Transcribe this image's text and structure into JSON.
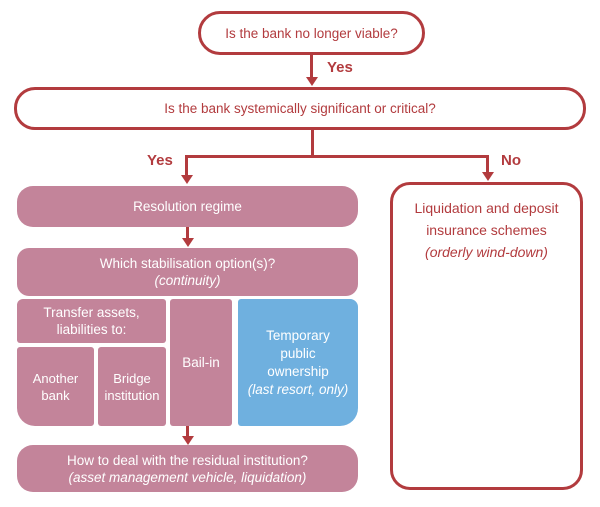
{
  "colors": {
    "red": "#b23b3e",
    "pink": "#c3849a",
    "blue": "#6fb0df"
  },
  "labels": {
    "yes_top": "Yes",
    "yes_branch": "Yes",
    "no_branch": "No"
  },
  "nodes": {
    "viable_question": "Is the bank no longer viable?",
    "systemic_question": "Is the bank systemically significant or critical?",
    "resolution_regime": "Resolution regime",
    "stabilisation": {
      "main": "Which stabilisation option(s)?",
      "note": "(continuity)"
    },
    "transfer": "Transfer assets, liabilities to:",
    "another_bank": "Another bank",
    "bridge_institution": "Bridge institution",
    "bail_in": "Bail-in",
    "temporary_public_ownership": {
      "line1": "Temporary",
      "line2": "public",
      "line3": "ownership",
      "note": "(last resort, only)"
    },
    "residual": {
      "main": "How to deal with the residual institution?",
      "note": "(asset management vehicle, liquidation)"
    },
    "liquidation": {
      "line1": "Liquidation and deposit",
      "line2": "insurance schemes",
      "note": "(orderly wind-down)"
    }
  }
}
